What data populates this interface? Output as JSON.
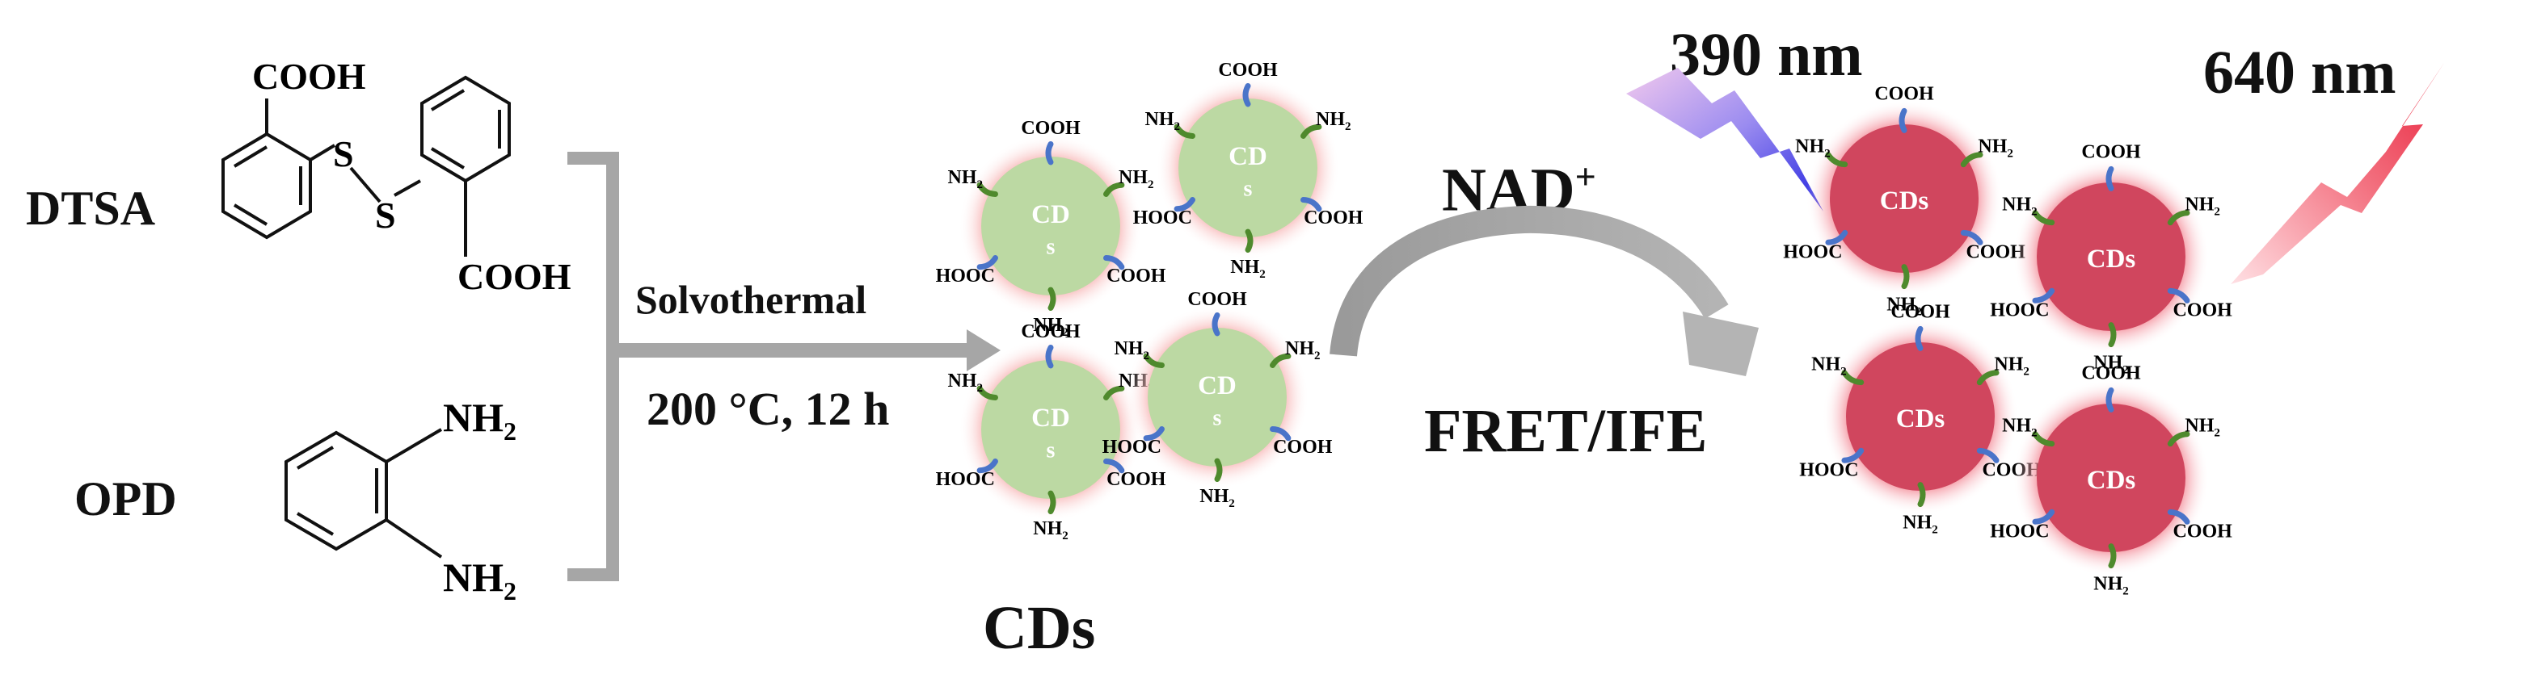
{
  "reactants": {
    "dtsa": {
      "name": "DTSA",
      "cooh_top": "COOH",
      "cooh_bottom": "COOH",
      "s1": "S",
      "s2": "S"
    },
    "opd": {
      "name": "OPD",
      "nh2_top": "NH",
      "nh2_bottom": "NH",
      "subscript": "2"
    }
  },
  "reaction": {
    "method": "Solvothermal",
    "conditions": "200 °C, 12 h"
  },
  "product": {
    "label": "CDs",
    "particle_label_top": "CD",
    "particle_label_bottom": "s",
    "cooh": "COOH",
    "hooc": "HOOC",
    "nh2": "NH",
    "subscript": "2"
  },
  "detection": {
    "analyte": "NAD",
    "analyte_superscript": "+",
    "mechanism": "FRET/IFE",
    "excitation": "390 nm",
    "emission": "640 nm",
    "particle_label": "CDs"
  },
  "colors": {
    "green_particle": "#bcd9a3",
    "green_glow": "#f5a0a0",
    "red_particle": "#d0465e",
    "red_glow": "#f06a7a",
    "cooh_ligand": "#4a74c9",
    "nh2_ligand": "#4f8a2d",
    "bracket_arrow": "#a6a6a6",
    "curved_arrow": "#8f8f8f"
  }
}
